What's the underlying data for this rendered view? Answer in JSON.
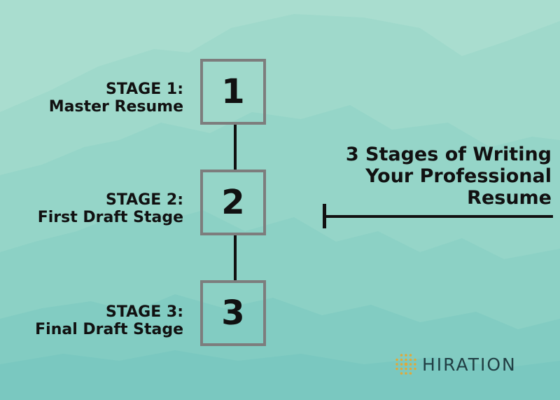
{
  "stages": [
    {
      "number": "1",
      "label_line1": "STAGE 1:",
      "label_line2": "Master Resume"
    },
    {
      "number": "2",
      "label_line1": "STAGE 2:",
      "label_line2": "First Draft Stage"
    },
    {
      "number": "3",
      "label_line1": "STAGE 3:",
      "label_line2": "Final Draft Stage"
    }
  ],
  "title": {
    "line1": "3 Stages of Writing",
    "line2": "Your Professional",
    "line3": "Resume"
  },
  "logo": {
    "text": "HIRATION",
    "dot_color": "#e0a93a",
    "text_color": "#213f44"
  },
  "colors": {
    "background": "#a9ddcf",
    "box_border": "#7d7d7d",
    "ink": "#111111"
  }
}
